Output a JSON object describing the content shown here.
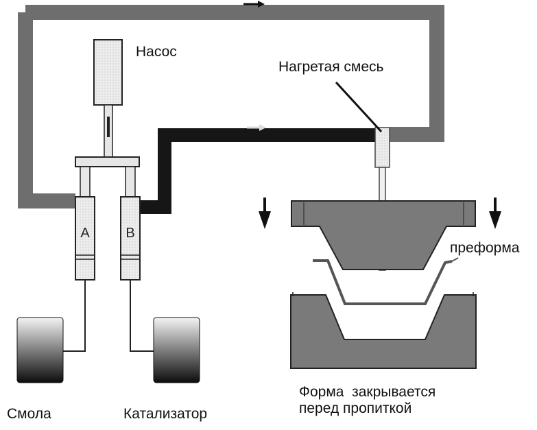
{
  "labels": {
    "pump": "Насос",
    "heated_mix": "Нагретая смесь",
    "preform": "преформа",
    "resin": "Смола",
    "catalyst": "Катализатор",
    "mold_line1": "Форма  закрывается",
    "mold_line2": "перед пропиткой",
    "cylinder_a": "A",
    "cylinder_b": "B"
  },
  "colors": {
    "gray_pipe": "#6e6e6e",
    "black_pipe": "#161616",
    "mold_fill": "#7a7a7a",
    "component_fill": "#e6e6e6",
    "outline": "#222222"
  },
  "icons": {
    "flow_arrow": "arrow-right-icon",
    "press_arrow": "arrow-down-icon"
  }
}
